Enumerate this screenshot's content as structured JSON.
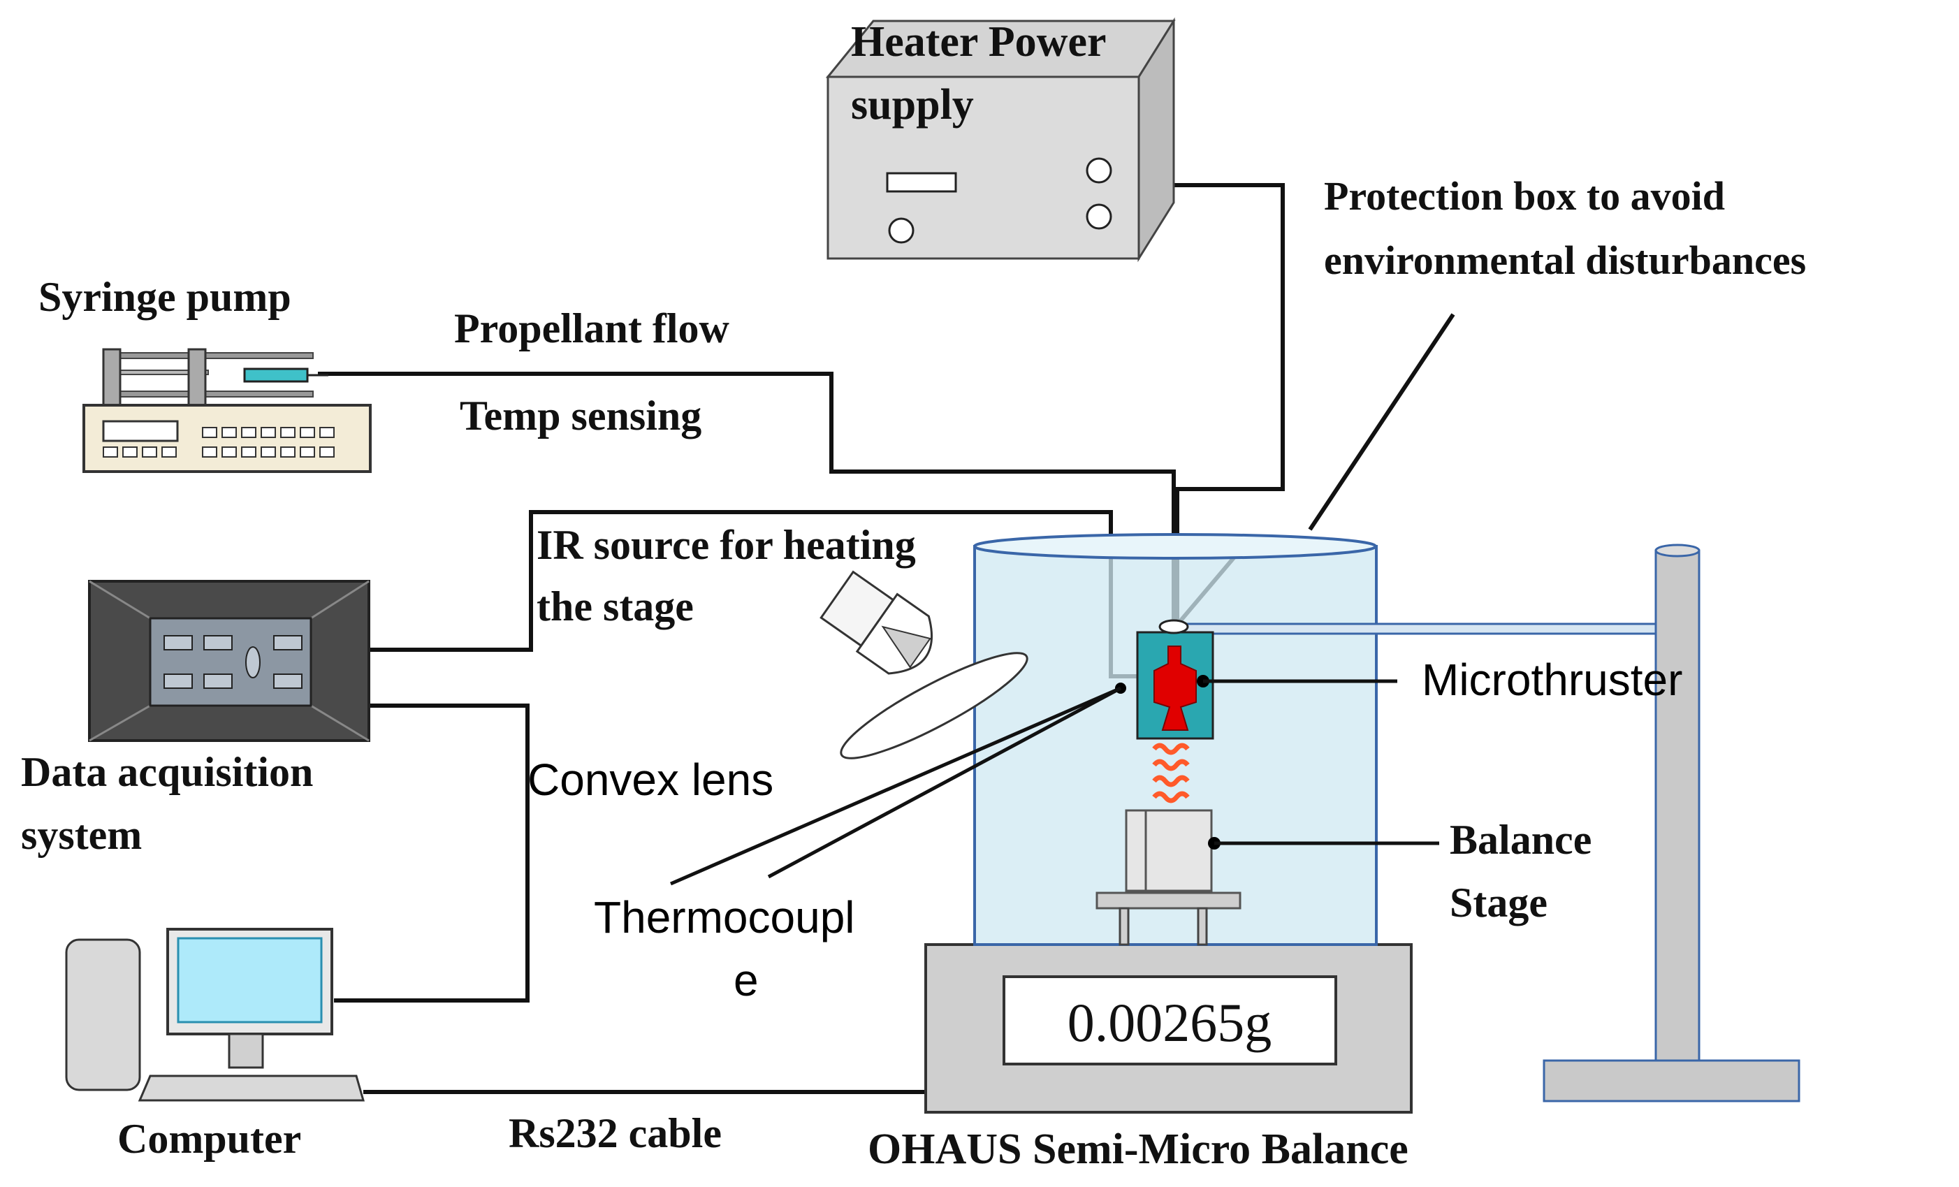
{
  "labels": {
    "heater_line1": "Heater Power",
    "heater_line2": "supply",
    "protection_line1": "Protection box to avoid",
    "protection_line2": "environmental disturbances",
    "syringe_pump": "Syringe pump",
    "propellant_flow": "Propellant flow",
    "temp_sensing": "Temp sensing",
    "ir_line1": "IR source for heating",
    "ir_line2": "the stage",
    "daq_line1": "Data acquisition",
    "daq_line2": "system",
    "convex_lens": "Convex lens",
    "thermocouple_line1": "Thermocoupl",
    "thermocouple_line2": "e",
    "microthruster": "Microthruster",
    "balance_line1": "Balance",
    "balance_line2": "Stage",
    "computer": "Computer",
    "rs232": "Rs232 cable",
    "ohaus": "OHAUS Semi-Micro Balance"
  },
  "balance_display": "0.00265g",
  "colors": {
    "wire": "#111111",
    "protection_box": "#cfe8f2",
    "microthruster_body": "#2aa7b0",
    "microthruster_nozzle": "#e00000",
    "ir_waves": "#ff5a2a",
    "device_gray": "#d9d9d9",
    "stand_gray": "#b9b9b9",
    "outline_blue": "#3a66a8"
  }
}
